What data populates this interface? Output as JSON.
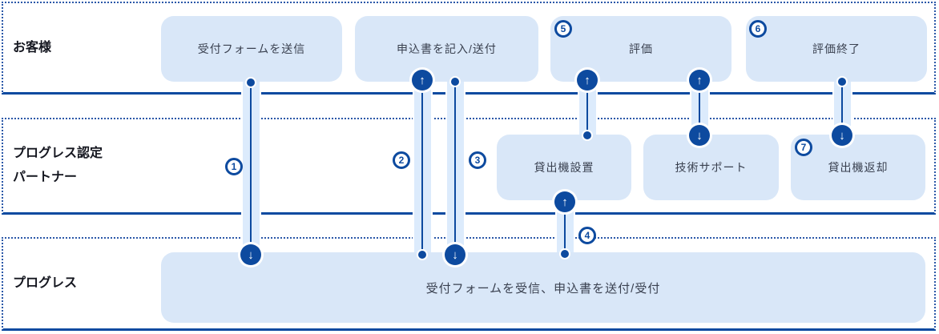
{
  "diagram": {
    "lane_labels": {
      "customer": "お客様",
      "partner_line1": "プログレス認定",
      "partner_line2": "パートナー",
      "progress": "プログレス"
    },
    "steps": {
      "send_form": "受付フォームを送信",
      "fill_application": "申込書を記入/送付",
      "evaluation": "評価",
      "evaluation_end": "評価終了",
      "install_loaner": "貸出機設置",
      "tech_support": "技術サポート",
      "return_loaner": "貸出機返却",
      "receive_form": "受付フォームを受信、申込書を送付/受付"
    },
    "step_numbers": {
      "n1": "1",
      "n2": "2",
      "n3": "3",
      "n4": "4",
      "n5": "5",
      "n6": "6",
      "n7": "7"
    },
    "icons": {
      "up_arrow": "↑",
      "down_arrow": "↓"
    },
    "colors": {
      "accent": "#0d4a9f",
      "box_fill": "#d9e7f8",
      "band_fill": "#dcebfc",
      "box_text": "#3a4150",
      "label_text": "#14161f"
    }
  }
}
